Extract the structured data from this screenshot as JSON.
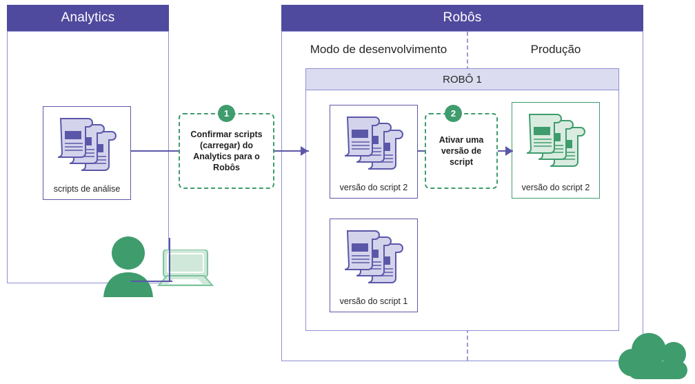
{
  "diagram": {
    "title_visible": false,
    "colors": {
      "header_purple": "#504a9e",
      "panel_border": "#8d8fd1",
      "robo_header_fill": "#dcdcf0",
      "accent_green": "#3f9c6d",
      "script_purple": "#5b57a8",
      "script_light_purple": "#d4d3ec",
      "script_light_green": "#cfe8d9",
      "connector_purple": "#5b57a8"
    }
  },
  "panels": {
    "analytics": {
      "title": "Analytics",
      "tile": {
        "caption": "scripts de análise",
        "icon": "scripts-stack-icon"
      },
      "user_icon": "person-icon",
      "laptop_icon": "laptop-icon"
    },
    "robos": {
      "title": "Robôs",
      "columns": [
        {
          "label": "Modo de desenvolvimento",
          "name": "development-mode"
        },
        {
          "label": "Produção",
          "name": "production"
        }
      ],
      "robot": {
        "header": "ROBÔ 1",
        "dev_tiles": [
          {
            "caption": "versão do script 2",
            "icon": "scripts-stack-icon"
          },
          {
            "caption": "versão do script 1",
            "icon": "scripts-stack-icon"
          }
        ],
        "prod_tiles": [
          {
            "caption": "versão do script 2",
            "icon": "scripts-stack-icon"
          }
        ]
      },
      "cloud_icon": "cloud-icon"
    }
  },
  "steps": [
    {
      "number": "1",
      "text": "Confirmar scripts (carregar) do Analytics para o Robôs"
    },
    {
      "number": "2",
      "text": "Ativar uma versão de script"
    }
  ]
}
